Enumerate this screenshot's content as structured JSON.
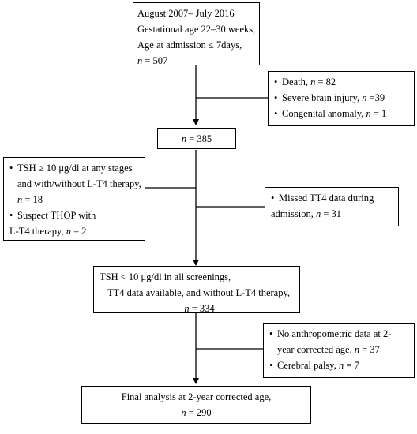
{
  "boxes": {
    "start": {
      "lines": [
        "August 2007– July 2016",
        "Gestational age 22–30 weeks,",
        "Age at admission  ≤  7days,"
      ],
      "n_label": "n",
      "n_value": " = 507"
    },
    "exclusion1": {
      "items": [
        {
          "text": "Death, ",
          "n_label": "n",
          "n_value": " = 82"
        },
        {
          "text": "Severe brain injury, ",
          "n_label": "n",
          "n_value": " =39"
        },
        {
          "text": "Congenital anomaly, ",
          "n_label": "n",
          "n_value": " = 1"
        }
      ]
    },
    "mid1": {
      "n_label": "n",
      "n_value": " = 385"
    },
    "exclusion_left": {
      "items": [
        {
          "lines": [
            "TSH ≥ 10 μg/dl at any stages",
            "and with/without L-T4 therapy,"
          ],
          "n_label": "n",
          "n_value": " = 18"
        },
        {
          "lines": [
            "Suspect THOP with"
          ],
          "tail_text": "L-T4 therapy, ",
          "n_label": "n",
          "n_value": " = 2"
        }
      ]
    },
    "exclusion_right": {
      "items": [
        {
          "lines": [
            "Missed TT4 data during"
          ],
          "tail_text": "admission, ",
          "n_label": "n",
          "n_value": " = 31"
        }
      ]
    },
    "mid2": {
      "lines": [
        "TSH < 10 μg/dl in all screenings,",
        "TT4 data available, and without L-T4 therapy,"
      ],
      "n_label": "n",
      "n_value": " = 334"
    },
    "exclusion3": {
      "items": [
        {
          "lines": [
            "No anthropometric data at 2-"
          ],
          "tail_text": "year corrected age, ",
          "n_label": "n",
          "n_value": " = 37"
        },
        {
          "text": "Cerebral palsy, ",
          "n_label": "n",
          "n_value": " = 7"
        }
      ]
    },
    "final": {
      "lines": [
        "Final analysis at 2-year corrected age,"
      ],
      "n_label": "n",
      "n_value": " = 290"
    }
  }
}
